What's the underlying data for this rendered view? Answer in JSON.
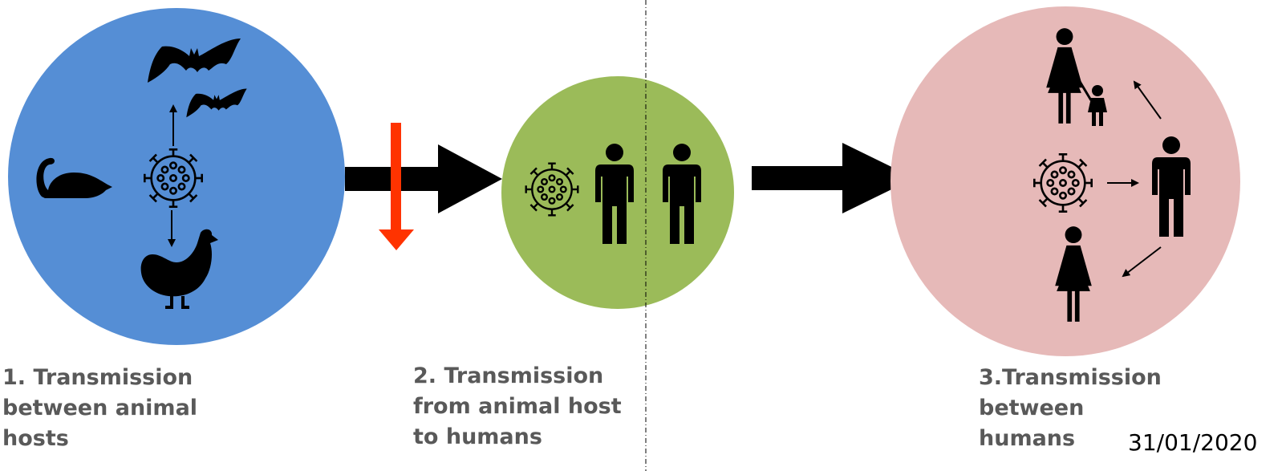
{
  "stages": [
    {
      "lines": [
        "1. Transmission",
        "between animal",
        "hosts"
      ]
    },
    {
      "lines": [
        "2. Transmission",
        "from animal host",
        "to humans"
      ]
    },
    {
      "lines": [
        "3.Transmission",
        "between",
        "humans"
      ]
    }
  ],
  "date": "31/01/2020",
  "colors": {
    "animal_hosts": "#558ed5",
    "animal_to_human": "#9bbb59",
    "human_to_human": "#e6b9b8",
    "blocked_arrow": "#ff3300",
    "icons": "#000000",
    "caption_text": "#595959"
  },
  "icons": {
    "stage1": [
      "rat-icon",
      "bat-icon",
      "bat-icon",
      "virus-icon",
      "chicken-icon"
    ],
    "stage2": [
      "virus-icon",
      "person-icon",
      "person-icon"
    ],
    "stage3": [
      "woman-with-child-icon",
      "virus-icon",
      "man-icon",
      "woman-icon"
    ]
  }
}
